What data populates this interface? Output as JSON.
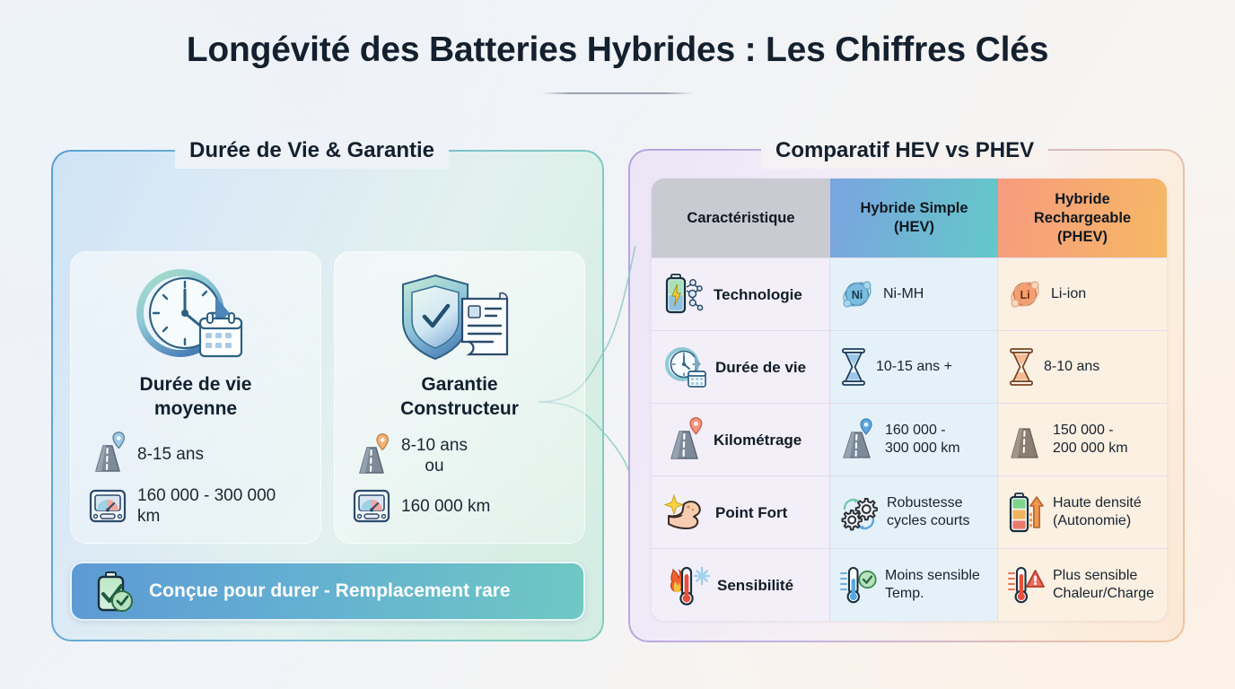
{
  "page": {
    "title": "Longévité des Batteries Hybrides : Les Chiffres Clés"
  },
  "colors": {
    "background_start": "#eef2f7",
    "background_end": "#fbf3ec",
    "title_text": "#14202e",
    "left_panel_border_start": "#5a9fd4",
    "left_panel_border_end": "#7dcfbc",
    "right_panel_border_start": "#b4a4dd",
    "right_panel_border_end": "#f0c49b",
    "banner_gradient_start": "#5d9ad4",
    "banner_gradient_end": "#6fc8c3",
    "header_feature": "#c9cad2",
    "header_hev_start": "#7ba4e0",
    "header_hev_end": "#63c8c8",
    "header_phev_start": "#f79b7d",
    "header_phev_end": "#f6b865",
    "cell_feature_tint": "#f3eff9",
    "cell_hev_tint": "#e5f1f8",
    "cell_phev_tint": "#fcf0e2"
  },
  "left_panel": {
    "title": "Durée de Vie & Garantie",
    "cards": [
      {
        "icon": "clock-calendar-icon",
        "title": "Durée de vie\nmoyenne",
        "title_line1": "Durée de vie",
        "title_line2": "moyenne",
        "lines": [
          {
            "icon": "road-pin-icon",
            "text": "8-15 ans"
          },
          {
            "icon": "odometer-icon",
            "text": "160 000 - 300 000 km"
          }
        ]
      },
      {
        "icon": "shield-check-document-icon",
        "title": "Garantie\nConstructeur",
        "title_line1": "Garantie",
        "title_line2": "Constructeur",
        "lines": [
          {
            "icon": "road-pin-icon",
            "text": "8-10 ans",
            "sub": "ou"
          },
          {
            "icon": "odometer-icon",
            "text": "160 000 km"
          }
        ]
      }
    ],
    "banner": {
      "icon": "battery-check-icon",
      "text": "Conçue pour durer - Remplacement rare"
    }
  },
  "right_panel": {
    "title": "Comparatif HEV vs PHEV",
    "table": {
      "headers": [
        {
          "label": "Caractéristique",
          "lines": [
            "Caractéristique"
          ]
        },
        {
          "label": "Hybride Simple (HEV)",
          "lines": [
            "Hybride Simple",
            "(HEV)"
          ]
        },
        {
          "label": "Hybride Rechargeable (PHEV)",
          "lines": [
            "Hybride",
            "Rechargeable",
            "(PHEV)"
          ]
        }
      ],
      "rows": [
        {
          "feature": {
            "icon": "battery-molecule-icon",
            "label": "Technologie"
          },
          "hev": {
            "icon": "ni-atom-icon",
            "lines": [
              "Ni-MH"
            ]
          },
          "phev": {
            "icon": "li-atom-icon",
            "lines": [
              "Li-ion"
            ]
          }
        },
        {
          "feature": {
            "icon": "clock-calendar-icon",
            "label": "Durée de vie"
          },
          "hev": {
            "icon": "hourglass-blue-icon",
            "lines": [
              "10-15 ans +"
            ]
          },
          "phev": {
            "icon": "hourglass-orange-icon",
            "lines": [
              "8-10 ans"
            ]
          }
        },
        {
          "feature": {
            "icon": "road-pin-icon",
            "label": "Kilométrage"
          },
          "hev": {
            "icon": "road-pin-blue-icon",
            "lines": [
              "160 000 -",
              "300 000 km"
            ]
          },
          "phev": {
            "icon": "road-brown-icon",
            "lines": [
              "150 000 -",
              "200 000 km"
            ]
          }
        },
        {
          "feature": {
            "icon": "muscle-sparkle-icon",
            "label": "Point Fort"
          },
          "hev": {
            "icon": "gears-cycle-icon",
            "lines": [
              "Robustesse",
              "cycles courts"
            ]
          },
          "phev": {
            "icon": "battery-arrow-up-icon",
            "lines": [
              "Haute densité",
              "(Autonomie)"
            ]
          }
        },
        {
          "feature": {
            "icon": "thermometer-fire-snow-icon",
            "label": "Sensibilité"
          },
          "hev": {
            "icon": "thermometer-check-icon",
            "lines": [
              "Moins sensible",
              "Temp."
            ]
          },
          "phev": {
            "icon": "thermometer-warning-icon",
            "lines": [
              "Plus sensible",
              "Chaleur/Charge"
            ]
          }
        }
      ]
    }
  }
}
